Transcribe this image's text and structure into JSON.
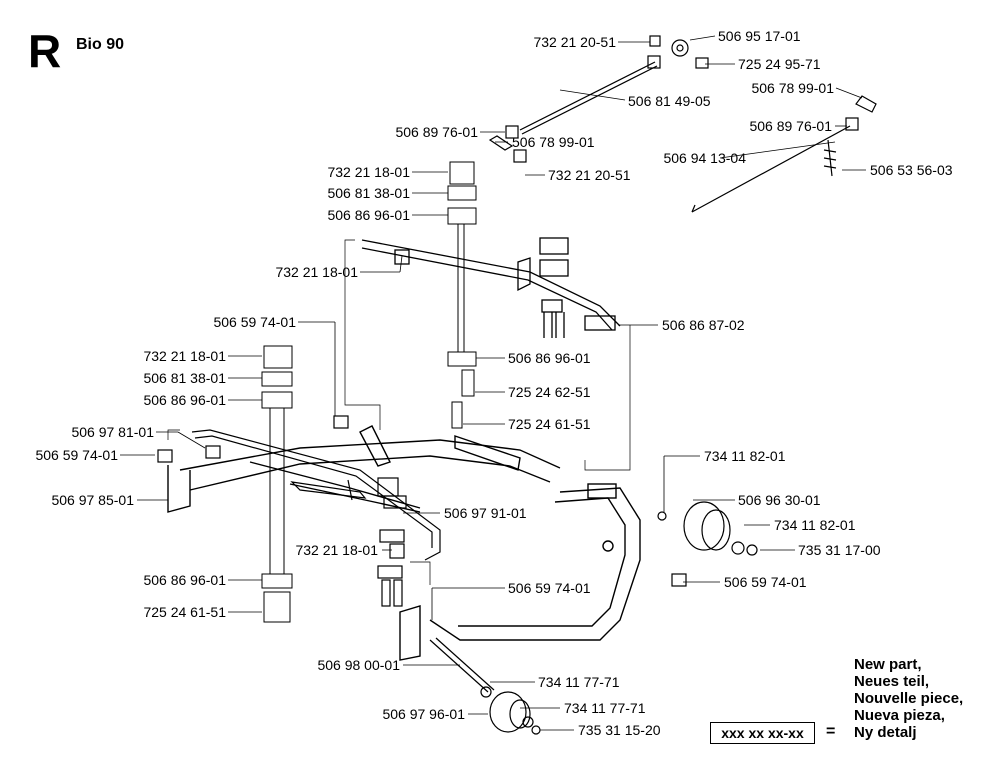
{
  "header": {
    "section": "R",
    "model": "Bio 90"
  },
  "parts": [
    "732 21 20-51",
    "506 95 17-01",
    "725 24 95-71",
    "506 81 49-05",
    "506 78 99-01",
    "506 89 76-01",
    "506 78 99-01",
    "506 89 76-01",
    "732 21 20-51",
    "506 94 13-04",
    "506 53 56-03",
    "732 21 18-01",
    "506 81 38-01",
    "506 86 96-01",
    "732 21 18-01",
    "506 86 87-02",
    "506 59 74-01",
    "506 86 96-01",
    "732 21 18-01",
    "506 81 38-01",
    "725 24 62-51",
    "506 86 96-01",
    "725 24 61-51",
    "506 97 81-01",
    "506 59 74-01",
    "734 11 82-01",
    "506 97 85-01",
    "506 96 30-01",
    "506 97 91-01",
    "734 11 82-01",
    "732 21 18-01",
    "735 31 17-00",
    "506 86 96-01",
    "506 59 74-01",
    "506 59 74-01",
    "725 24 61-51",
    "506 98 00-01",
    "734 11 77-71",
    "734 11 77-71",
    "506 97 96-01",
    "735 31 15-20"
  ],
  "legend": {
    "box_text": "xxx xx xx-xx",
    "equals": "=",
    "lines": [
      "New part,",
      "Neues teil,",
      "Nouvelle piece,",
      "Nueva pieza,",
      "Ny detalj"
    ]
  }
}
